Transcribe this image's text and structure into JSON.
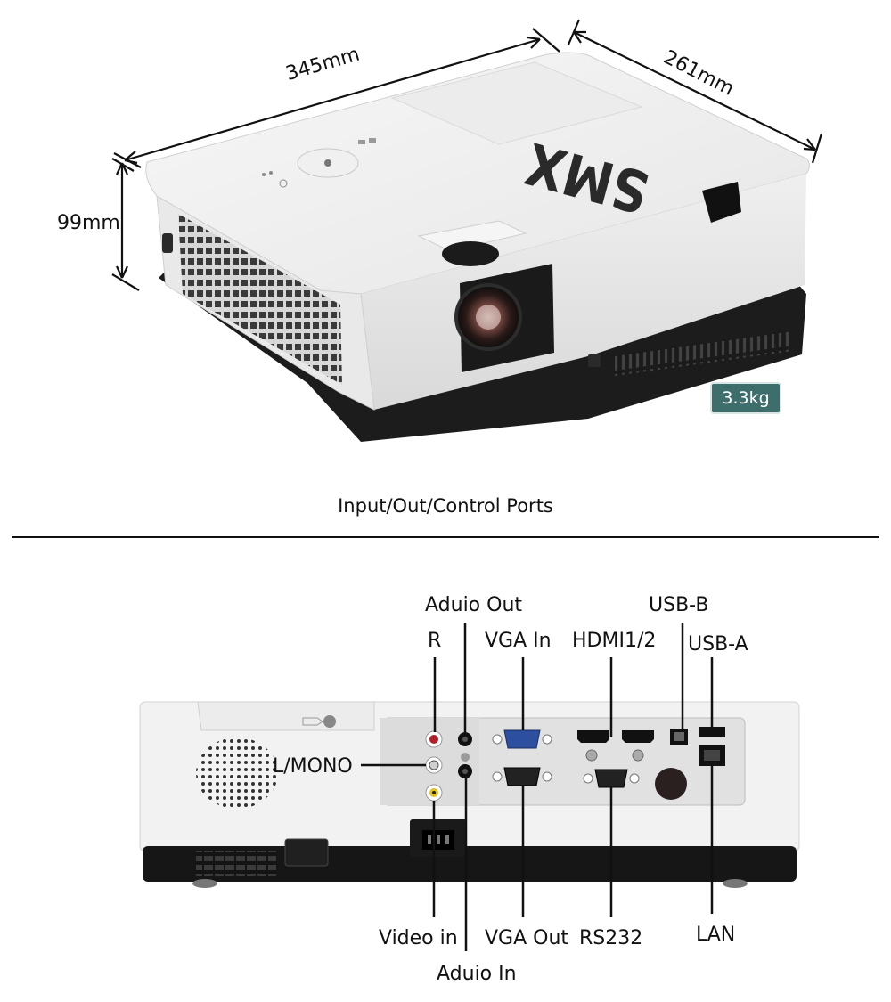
{
  "dimensions": {
    "width_label": "345mm",
    "depth_label": "261mm",
    "height_label": "99mm",
    "weight_label": "3.3kg"
  },
  "brand_logo": "SMX",
  "section_title": "Input/Out/Control Ports",
  "ports": {
    "audio_out": "Aduio Out",
    "r": "R",
    "vga_in": "VGA In",
    "hdmi": "HDMI1/2",
    "usb_b": "USB-B",
    "usb_a": "USB-A",
    "l_mono": "L/MONO",
    "video_in": "Video in",
    "vga_out": "VGA Out",
    "rs232": "RS232",
    "lan": "LAN",
    "audio_in": "Aduio In"
  },
  "colors": {
    "badge": "#3e6e6c",
    "body": "#f2f2f2",
    "base": "#1c1c1c"
  }
}
